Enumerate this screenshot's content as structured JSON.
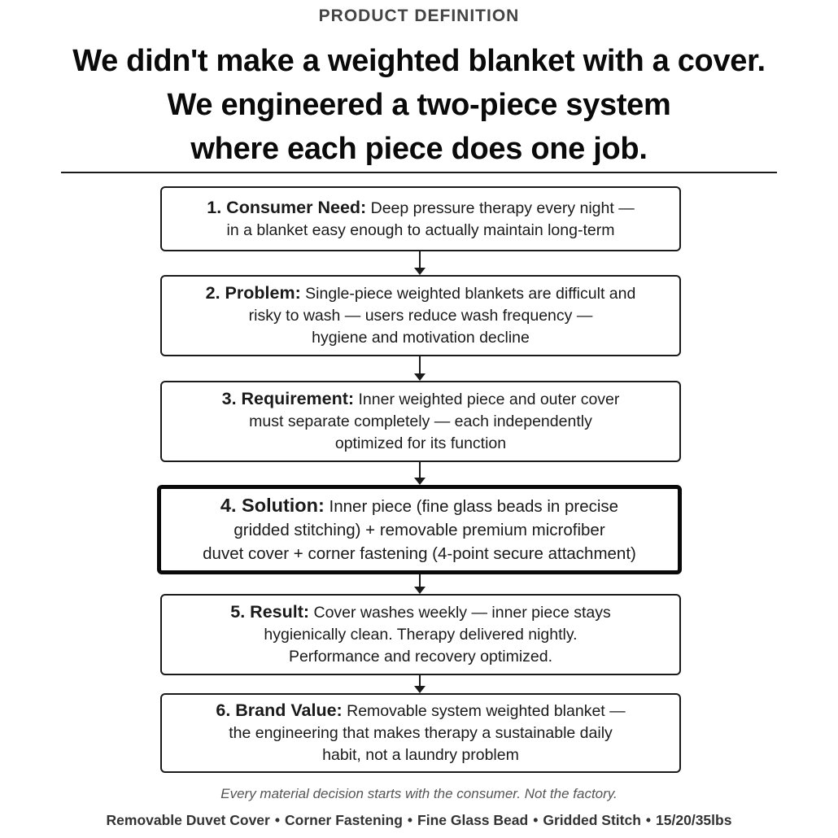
{
  "eyebrow": "PRODUCT DEFINITION",
  "headline": {
    "line1": "We didn't make a weighted blanket with a cover.",
    "line2": "We engineered a two-piece system",
    "line3": "where each piece does one job."
  },
  "steps": [
    {
      "label": "1. Consumer Need:",
      "line1": " Deep pressure therapy every night —",
      "line2": "in a blanket easy enough to actually maintain long-term",
      "line3": ""
    },
    {
      "label": "2. Problem:",
      "line1": " Single-piece weighted blankets are difficult and",
      "line2": "risky to wash — users reduce wash frequency —",
      "line3": "hygiene and motivation decline"
    },
    {
      "label": "3. Requirement:",
      "line1": " Inner weighted piece and outer cover",
      "line2": "must separate completely — each independently",
      "line3": "optimized for its function"
    },
    {
      "label": "4. Solution:",
      "line1": " Inner piece (fine glass beads in precise",
      "line2": "gridded stitching) + removable premium microfiber",
      "line3": "duvet cover + corner fastening (4-point secure attachment)"
    },
    {
      "label": "5. Result:",
      "line1": " Cover washes weekly — inner piece stays",
      "line2": "hygienically clean. Therapy delivered nightly.",
      "line3": "Performance and recovery optimized."
    },
    {
      "label": "6. Brand Value:",
      "line1": " Removable system weighted blanket —",
      "line2": "the engineering that makes therapy a sustainable daily",
      "line3": "habit, not a laundry problem"
    }
  ],
  "tagline": "Every material decision starts with the consumer. Not the factory.",
  "features": {
    "items": [
      "Removable Duvet Cover",
      "Corner Fastening",
      "Fine Glass Bead",
      "Gridded Stitch",
      "15/20/35lbs"
    ],
    "separator": "•"
  },
  "colors": {
    "background": "#ffffff",
    "text": "#111111",
    "border": "#1a1a1a",
    "muted": "#555555"
  }
}
